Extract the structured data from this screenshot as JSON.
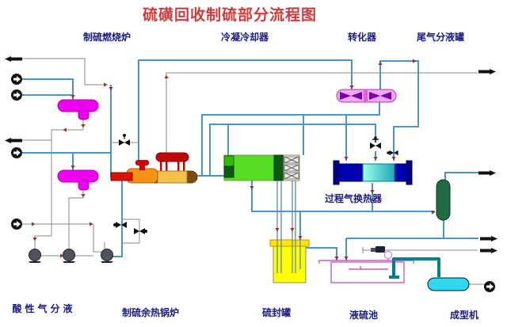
{
  "title": "硫磺回收制硫部分流程图",
  "labels": {
    "furnace": "制硫燃烧炉",
    "condenser": "冷凝冷却器",
    "converter": "转化器",
    "tail_gas_drum": "尾气分液罐",
    "process_gas_exchanger": "过程气换热器",
    "acid_gas_separation": "酸性气分液",
    "waste_heat_boiler": "制硫余热锅炉",
    "sulfur_seal_tank": "硫封罐",
    "liquid_sulfur_pool": "液硫池",
    "forming_machine": "成型机"
  },
  "symbols": [
    "flow-out-arrow-left",
    "flow-source-circle-arrow",
    "flow-out-arrow-right",
    "pump-icon",
    "valve-bowtie-icon",
    "steam-drum",
    "sulfur-dip-tubes"
  ],
  "colors": {
    "title_red": "#d03a3a",
    "label_navy": "#1a1a86",
    "pipe_blue": "#4a94c8",
    "line_gray": "#8a8a8a",
    "arrowhead_red": "#a03030",
    "drum_magenta": "#ee00ee",
    "burner_orange": "#f59216",
    "furnace_tan": "#f2c14e",
    "furnace_end_brown": "#7a4a10",
    "steam_drum_red": "#c00808",
    "condenser_green": "#55dd22",
    "condenser_dark_green": "#085a18",
    "converter_pink": "#f2a8f2",
    "converter_x_purple": "#7700aa",
    "hx_navy": "#0000b0",
    "hx_teal": "#2fc4c4",
    "tailgas_drum_green": "#1f6b45",
    "seal_tank_yellow": "#ffff00",
    "pool_pink": "#c060c0",
    "forming_cyan": "#2fd8ee",
    "sulfur_pipe_teal": "#00808f",
    "stream_arrow_black": "#111111"
  }
}
